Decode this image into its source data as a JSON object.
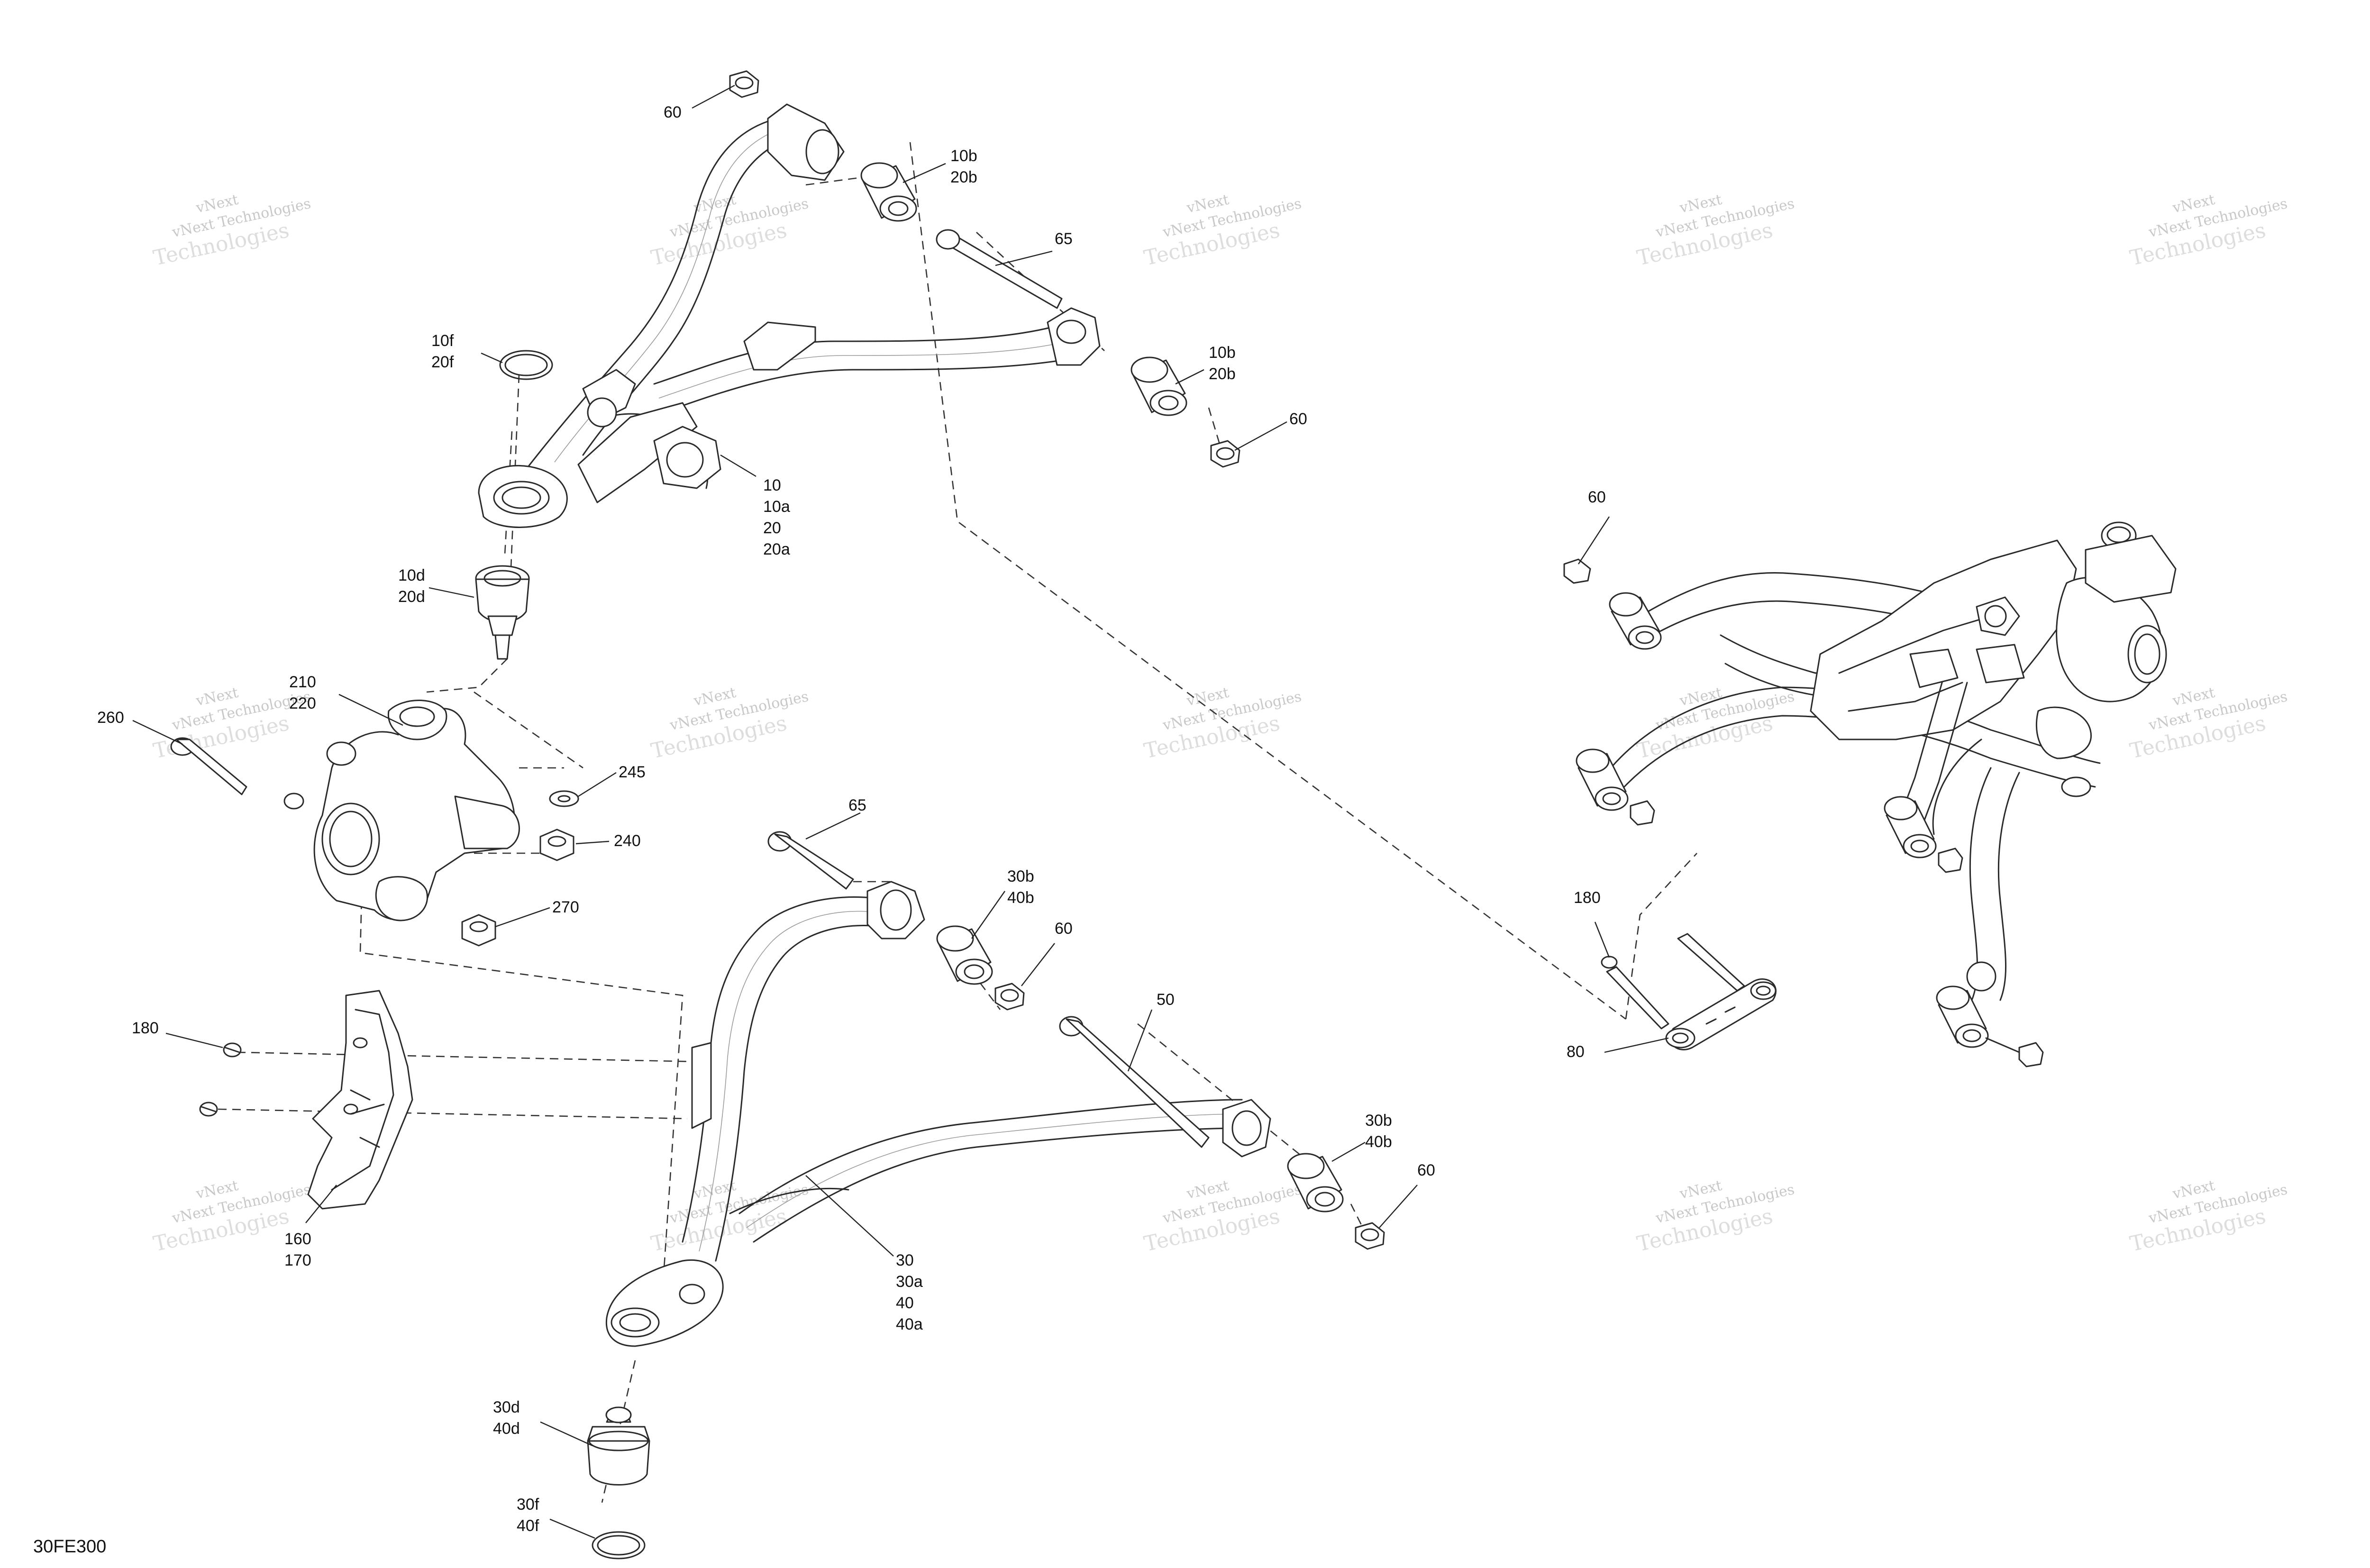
{
  "diagram": {
    "reference_code": "30FE300",
    "watermark": {
      "line1": "vNext Technologies",
      "line2": "Technologies",
      "corner": "vNext"
    },
    "callouts": {
      "c60_top": [
        "60"
      ],
      "c10b_20b_top": [
        "10b",
        "20b"
      ],
      "c65_top": [
        "65"
      ],
      "c10f_20f": [
        "10f",
        "20f"
      ],
      "c10b_20b_mid": [
        "10b",
        "20b"
      ],
      "c60_mid": [
        "60"
      ],
      "c10_group": [
        "10",
        "10a",
        "20",
        "20a"
      ],
      "c10d_20d": [
        "10d",
        "20d"
      ],
      "c210_220": [
        "210",
        "220"
      ],
      "c260": [
        "260"
      ],
      "c245": [
        "245"
      ],
      "c240": [
        "240"
      ],
      "c270": [
        "270"
      ],
      "c65_lower": [
        "65"
      ],
      "c30b_40b_a": [
        "30b",
        "40b"
      ],
      "c60_lower_a": [
        "60"
      ],
      "c50": [
        "50"
      ],
      "c30b_40b_b": [
        "30b",
        "40b"
      ],
      "c60_lower_b": [
        "60"
      ],
      "c180_left": [
        "180"
      ],
      "c160_170": [
        "160",
        "170"
      ],
      "c30_group": [
        "30",
        "30a",
        "40",
        "40a"
      ],
      "c30d_40d": [
        "30d",
        "40d"
      ],
      "c30f_40f": [
        "30f",
        "40f"
      ],
      "c60_right": [
        "60"
      ],
      "c180_right": [
        "180"
      ],
      "c80": [
        "80"
      ]
    }
  }
}
